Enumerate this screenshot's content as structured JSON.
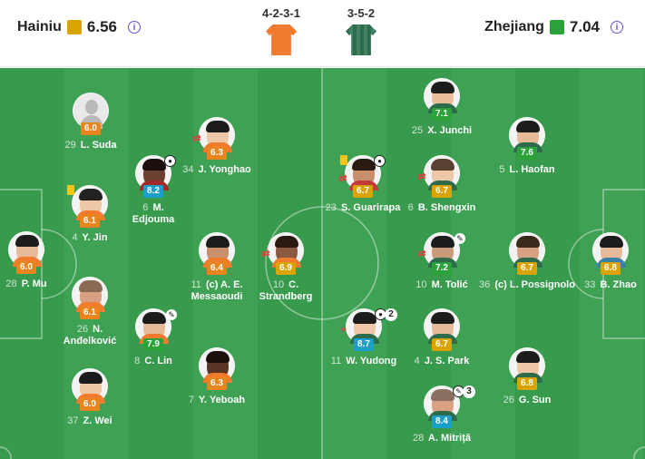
{
  "home": {
    "name": "Hainiu",
    "rating": "6.56",
    "rating_color": "#d9a300",
    "formation": "4-2-3-1"
  },
  "away": {
    "name": "Zhejiang",
    "rating": "7.04",
    "rating_color": "#2ba33a",
    "formation": "3-5-2"
  },
  "icons": {
    "info": "info-icon",
    "substitution": "substitution-icon",
    "yellow_card": "yellow-card-icon",
    "goal": "goal-ball-icon",
    "assist": "assist-boot-icon"
  },
  "colors": {
    "pitch_dark": "#389a4c",
    "pitch_light": "#3fa153",
    "home_kit": "#f07b2c",
    "away_kit": "#2e6b4c"
  },
  "home_players": [
    {
      "num": "29",
      "name": "L. Suda",
      "rating": "6.0",
      "tone": "orange"
    },
    {
      "num": "28",
      "name": "P. Mu",
      "rating": "6.0",
      "tone": "orange"
    },
    {
      "num": "4",
      "name": "Y. Jin",
      "rating": "6.1",
      "tone": "orange"
    },
    {
      "num": "26",
      "name": "N. Anđelković",
      "rating": "6.1",
      "tone": "orange"
    },
    {
      "num": "37",
      "name": "Z. Wei",
      "rating": "6.0",
      "tone": "orange"
    },
    {
      "num": "6",
      "name": "M. Edjouma",
      "rating": "8.2",
      "tone": "blue"
    },
    {
      "num": "8",
      "name": "C. Lin",
      "rating": "7.9",
      "tone": "green"
    },
    {
      "num": "34",
      "name": "J. Yonghao",
      "rating": "6.3",
      "tone": "orange"
    },
    {
      "num": "11",
      "name": "(c) A. E. Messaoudi",
      "rating": "6.4",
      "tone": "orange"
    },
    {
      "num": "7",
      "name": "Y. Yeboah",
      "rating": "6.3",
      "tone": "orange"
    },
    {
      "num": "10",
      "name": "C. Strandberg",
      "rating": "6.9",
      "tone": "yellow"
    }
  ],
  "away_players": [
    {
      "num": "25",
      "name": "X. Junchi",
      "rating": "7.1",
      "tone": "green"
    },
    {
      "num": "5",
      "name": "L. Haofan",
      "rating": "7.6",
      "tone": "green"
    },
    {
      "num": "23",
      "name": "S. Guarirapa",
      "rating": "6.7",
      "tone": "yellow"
    },
    {
      "num": "6",
      "name": "B. Shengxin",
      "rating": "6.7",
      "tone": "yellow"
    },
    {
      "num": "10",
      "name": "M. Tolić",
      "rating": "7.2",
      "tone": "green"
    },
    {
      "num": "36",
      "name": "(c) L. Possignolo",
      "rating": "6.7",
      "tone": "yellow"
    },
    {
      "num": "33",
      "name": "B. Zhao",
      "rating": "6.8",
      "tone": "yellow"
    },
    {
      "num": "11",
      "name": "W. Yudong",
      "rating": "8.7",
      "tone": "blue",
      "goals": "2"
    },
    {
      "num": "4",
      "name": "J. S. Park",
      "rating": "6.7",
      "tone": "yellow"
    },
    {
      "num": "26",
      "name": "G. Sun",
      "rating": "6.8",
      "tone": "yellow"
    },
    {
      "num": "28",
      "name": "A. Mitriță",
      "rating": "8.4",
      "tone": "blue",
      "assists": "3"
    }
  ]
}
